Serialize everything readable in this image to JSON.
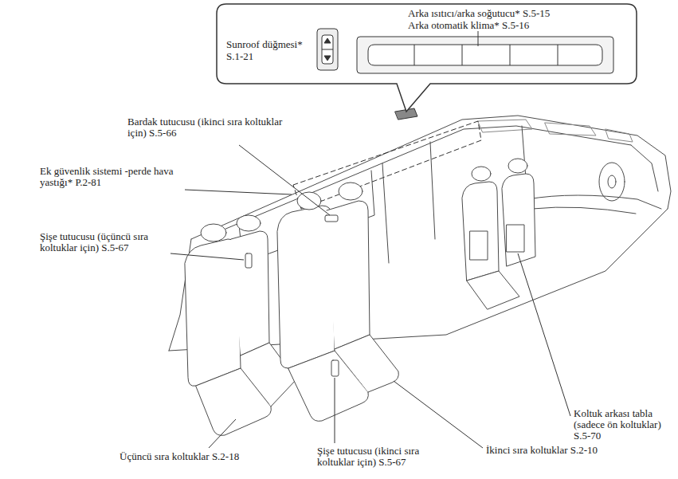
{
  "diagram": {
    "nodes": [
      {
        "text": [
          "Arka ısıtıcı/arka soğutucu* S.5-15",
          "Arka otomatik klima* S.5-16",
          "Sunroof düğmesi* S.1-21"
        ]
      }
    ],
    "labels": [
      "Bardak tutucusu (ikinci sıra koltuklar için) S.5-66",
      "Ek güvenlik sistemi -perde hava yastığı* P.2-81",
      "Şişe tutucusu (üçüncü sıra koltuklar için) S.5-67",
      "Koltuk arkası tabla (sadece ön koltuklar) S.5-70",
      "İkinci sıra koltuklar S.2-10",
      "Üçüncü sıra koltuklar S.2-18",
      "Şişe tutucusu (ikinci sıra koltuklar için) S.5-67"
    ]
  }
}
